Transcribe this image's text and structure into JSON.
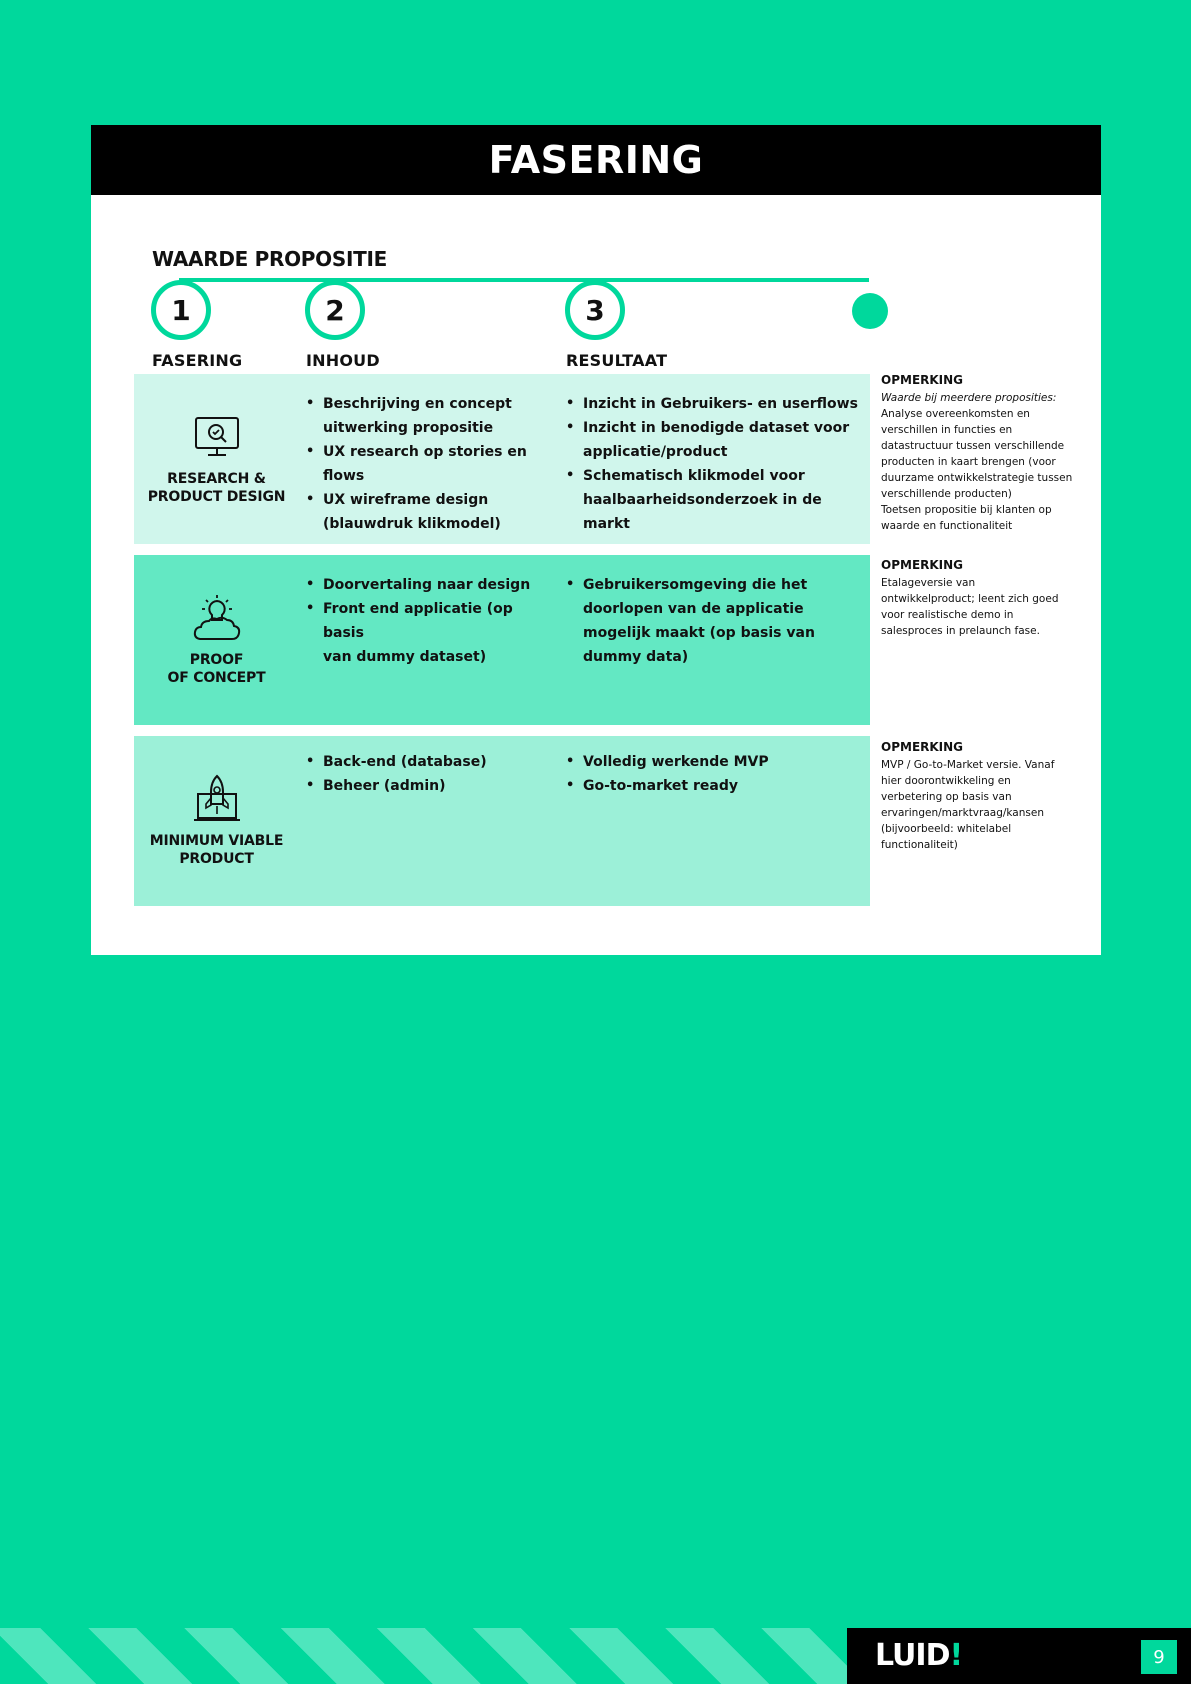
{
  "header": {
    "title": "FASERING"
  },
  "section": {
    "title": "WAARDE PROPOSITIE"
  },
  "timeline": {
    "steps": [
      "1",
      "2",
      "3"
    ]
  },
  "columns": {
    "phase": "FASERING",
    "content": "INHOUD",
    "result": "RESULTAAT"
  },
  "rows": [
    {
      "icon": "research-monitor-icon",
      "phase": "RESEARCH &\nPRODUCT DESIGN",
      "content": [
        "Beschrijving en concept",
        "uitwerking propositie",
        "UX research op stories en flows",
        "UX wireframe design",
        "(blauwdruk klikmodel)"
      ],
      "result": [
        "Inzicht in Gebruikers- en userflows",
        "Inzicht in benodigde dataset voor",
        "applicatie/product",
        "Schematisch klikmodel voor",
        "haalbaarheidsonderzoek in de markt"
      ],
      "note_title": "OPMERKING",
      "note_intro": "Waarde bij meerdere proposities:",
      "note_lines": [
        "Analyse overeenkomsten en",
        "verschillen in functies en",
        "datastructuur tussen verschillende",
        "producten in kaart brengen (voor",
        "duurzame ontwikkelstrategie tussen",
        "verschillende producten)",
        "Toetsen propositie bij klanten op",
        "waarde en functionaliteit"
      ]
    },
    {
      "icon": "lightbulb-cloud-icon",
      "phase": "PROOF\nOF CONCEPT",
      "content": [
        "Doorvertaling naar design",
        "Front end applicatie (op basis",
        "van dummy dataset)"
      ],
      "result": [
        "Gebruikersomgeving die het",
        "doorlopen van de applicatie",
        "mogelijk maakt (op basis van",
        "dummy data)"
      ],
      "note_title": "OPMERKING",
      "note_lines": [
        "Etalageversie van",
        "ontwikkelproduct; leent zich goed",
        "voor realistische demo in",
        "salesproces in prelaunch fase."
      ]
    },
    {
      "icon": "rocket-laptop-icon",
      "phase": "MINIMUM VIABLE\nPRODUCT",
      "content": [
        "Back-end (database)",
        "Beheer (admin)"
      ],
      "result": [
        "Volledig werkende MVP",
        "Go-to-market ready"
      ],
      "note_title": "OPMERKING",
      "note_lines": [
        "MVP / Go-to-Market versie. Vanaf",
        "hier doorontwikkeling en",
        "verbetering op basis van",
        "ervaringen/marktvraag/kansen",
        "(bijvoorbeeld: whitelabel",
        "functionaliteit)"
      ]
    }
  ],
  "footer": {
    "logo": "LUID",
    "logo_mark": "!",
    "page_number": "9"
  },
  "colors": {
    "background": "#00d89c",
    "row1": "#d0f6ec",
    "row2": "#63e8c3",
    "row3": "#9cf0d8",
    "header": "#000000"
  }
}
